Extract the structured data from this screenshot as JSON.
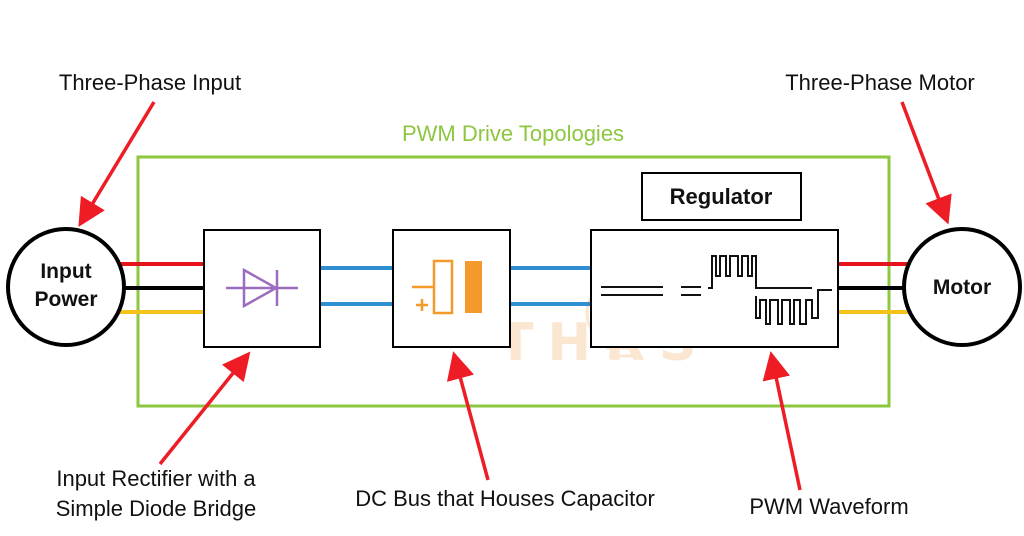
{
  "title": "PWM Drive Topologies",
  "labels": {
    "three_phase_input": "Three-Phase Input",
    "three_phase_motor": "Three-Phase Motor",
    "input_power_line1": "Input",
    "input_power_line2": "Power",
    "motor": "Motor",
    "regulator": "Regulator",
    "rectifier_line1": "Input Rectifier with a",
    "rectifier_line2": "Simple Diode Bridge",
    "dc_bus": "DC Bus that Houses Capacitor",
    "pwm_waveform": "PWM Waveform"
  },
  "watermark": "THRS",
  "icons": {
    "rectifier": "diode-icon",
    "dc_bus": "capacitor-icon",
    "inverter": "pwm-waveform-icon",
    "watermark": "lightbulb-icon"
  },
  "colors": {
    "frame": "#8dc63f",
    "arrow": "#ee1c25",
    "phase_red": "#e8121c",
    "phase_black": "#000000",
    "phase_yellow": "#f5c21b",
    "dc_bus_line": "#2f8fd0",
    "diode": "#9b6bbf",
    "capacitor": "#f39a2b",
    "watermark": "#f6c99a"
  }
}
